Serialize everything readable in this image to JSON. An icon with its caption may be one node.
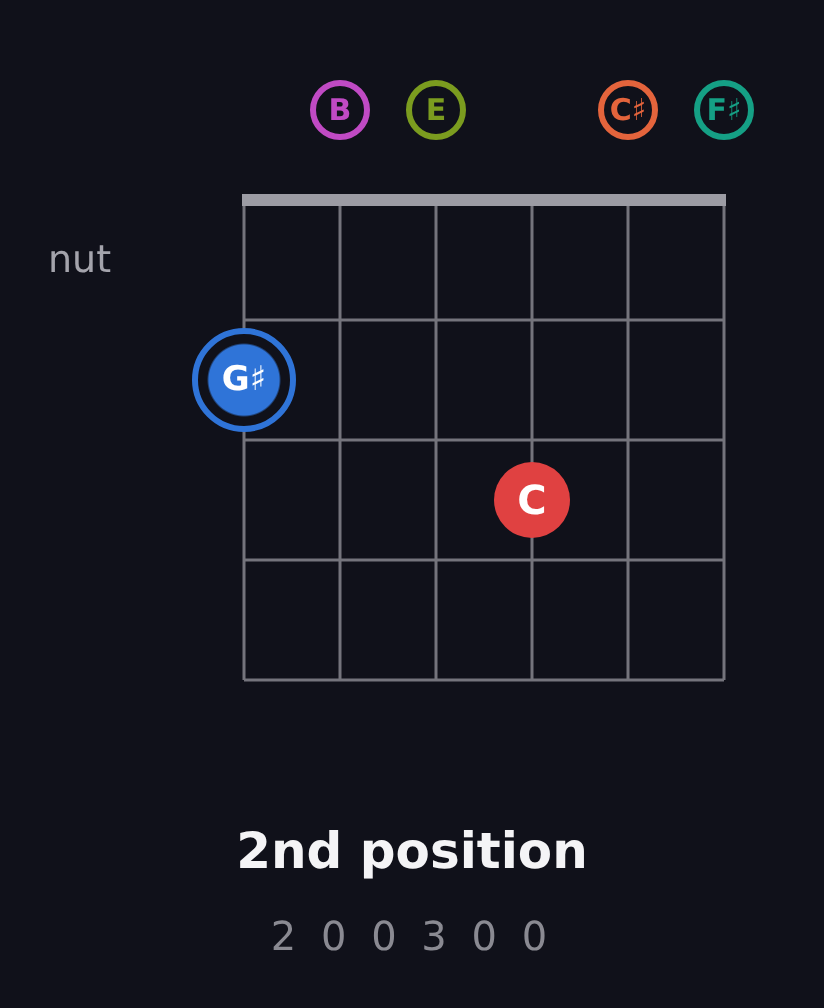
{
  "diagram": {
    "title": "2nd position",
    "nodes": [
      {
        "text": [
          "B"
        ]
      },
      {
        "text": [
          "E"
        ]
      },
      {
        "text": [
          "C♯"
        ]
      },
      {
        "text": [
          "F♯"
        ]
      },
      {
        "text": [
          "G♯"
        ]
      },
      {
        "text": [
          "C"
        ]
      }
    ],
    "labels": [
      "nut",
      "2 0 0 3 0 0"
    ]
  }
}
